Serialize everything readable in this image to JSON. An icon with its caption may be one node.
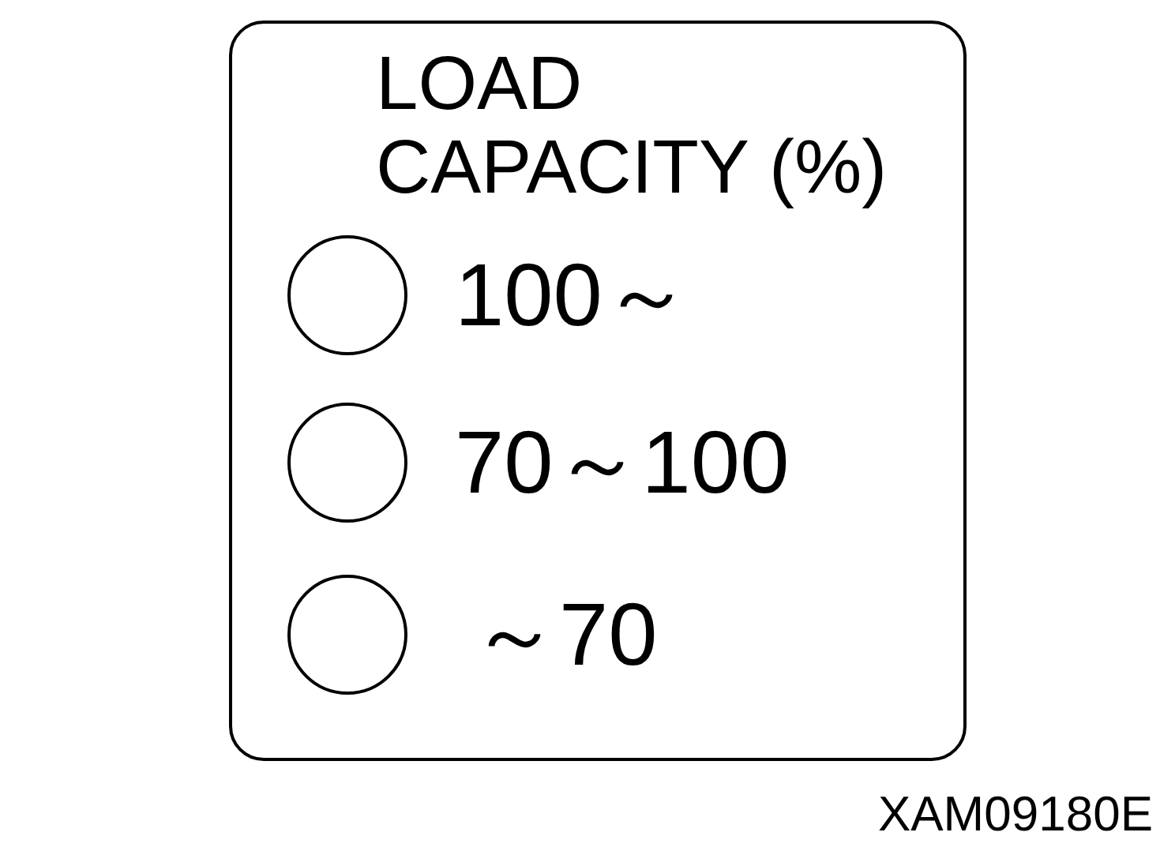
{
  "diagram": {
    "nodes": [
      {
        "text": [
          "LOAD CAPACITY (%)"
        ]
      },
      {
        "text": [],
        "shape": "circle",
        "in": 0,
        "beside": [
          "100～"
        ]
      },
      {
        "text": [],
        "shape": "circle",
        "in": 0,
        "beside": [
          "70～100"
        ]
      },
      {
        "text": [],
        "shape": "circle",
        "in": 0,
        "beside": [
          "～70"
        ]
      }
    ],
    "labels": [
      "XAM09180E"
    ]
  }
}
